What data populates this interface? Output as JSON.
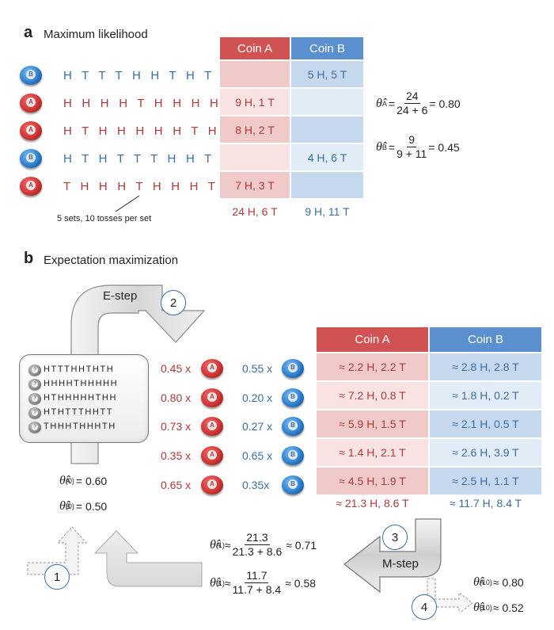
{
  "panel_a": {
    "letter": "a",
    "title": "Maximum likelihood",
    "sequences": [
      {
        "coin": "B",
        "text": "H T T T H H T H T H"
      },
      {
        "coin": "A",
        "text": "H H H H T H H H H H"
      },
      {
        "coin": "A",
        "text": "H T H H H H H T H H"
      },
      {
        "coin": "B",
        "text": "H T H T T T H H T T"
      },
      {
        "coin": "A",
        "text": "T H H H T H H H T H"
      }
    ],
    "header_a": "Coin A",
    "header_b": "Coin B",
    "rows": [
      {
        "a": "",
        "b": "5 H, 5 T"
      },
      {
        "a": "9 H, 1 T",
        "b": ""
      },
      {
        "a": "8 H, 2 T",
        "b": ""
      },
      {
        "a": "",
        "b": "4 H, 6 T"
      },
      {
        "a": "7 H, 3 T",
        "b": ""
      }
    ],
    "total_a": "24 H, 6 T",
    "total_b": "9 H, 11 T",
    "note": "5 sets, 10 tosses per set",
    "theta_a": {
      "sym": "θ̂",
      "sub": "A",
      "num": "24",
      "den": "24 + 6",
      "val": "= 0.80"
    },
    "theta_b": {
      "sym": "θ̂",
      "sub": "B",
      "num": "9",
      "den": "9 + 11",
      "val": "= 0.45"
    }
  },
  "panel_b": {
    "letter": "b",
    "title": "Expectation maximization",
    "estep": "E-step",
    "mstep": "M-step",
    "steps": [
      "1",
      "2",
      "3",
      "4"
    ],
    "mini_sequences": [
      "HTTTHHTHTH",
      "HHHHTHHHHH",
      "HTHHHHHTHH",
      "HTHTTTHHTT",
      "THHHTHHHTH"
    ],
    "coin_qmark": "?",
    "weights": [
      {
        "a": "0.45 x",
        "b": "0.55 x"
      },
      {
        "a": "0.80 x",
        "b": "0.20 x"
      },
      {
        "a": "0.73 x",
        "b": "0.27 x"
      },
      {
        "a": "0.35 x",
        "b": "0.65 x"
      },
      {
        "a": "0.65 x",
        "b": "0.35x"
      }
    ],
    "header_a": "Coin A",
    "header_b": "Coin B",
    "rows": [
      {
        "a": "≈ 2.2 H, 2.2 T",
        "b": "≈ 2.8 H, 2.8 T"
      },
      {
        "a": "≈ 7.2 H, 0.8 T",
        "b": "≈ 1.8 H, 0.2 T"
      },
      {
        "a": "≈ 5.9 H, 1.5 T",
        "b": "≈ 2.1 H, 0.5 T"
      },
      {
        "a": "≈ 1.4 H, 2.1 T",
        "b": "≈ 2.6 H, 3.9 T"
      },
      {
        "a": "≈ 4.5 H, 1.9 T",
        "b": "≈ 2.5 H, 1.1 T"
      }
    ],
    "total_a": "≈ 21.3 H, 8.6 T",
    "total_b": "≈ 11.7 H, 8.4 T",
    "init_a": {
      "sym": "θ̂",
      "sub": "A",
      "sup": "(0)",
      "val": "= 0.60"
    },
    "init_b": {
      "sym": "θ̂",
      "sub": "B",
      "sup": "(0)",
      "val": "= 0.50"
    },
    "upd_a": {
      "sym": "θ̂",
      "sub": "A",
      "sup": "(1)",
      "approx": "≈",
      "num": "21.3",
      "den": "21.3 + 8.6",
      "val": "≈ 0.71"
    },
    "upd_b": {
      "sym": "θ̂",
      "sub": "B",
      "sup": "(1)",
      "approx": "≈",
      "num": "11.7",
      "den": "11.7 + 8.4",
      "val": "≈ 0.58"
    },
    "final_a": {
      "sym": "θ̂",
      "sub": "A",
      "sup": "(10)",
      "val": "≈ 0.80"
    },
    "final_b": {
      "sym": "θ̂",
      "sub": "B",
      "sup": "(10)",
      "val": "≈ 0.52"
    }
  },
  "colors": {
    "red": "#b03a3a",
    "blue": "#3b6ea5",
    "header_red": "#d05252",
    "header_blue": "#5a90cf"
  }
}
